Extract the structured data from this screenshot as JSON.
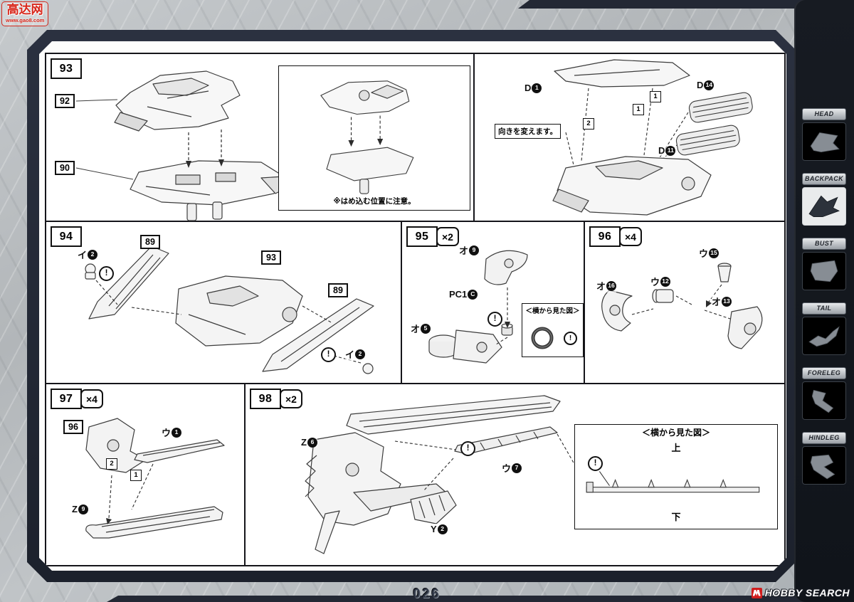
{
  "watermark": {
    "title": "高达网",
    "url": "www.gao8.com"
  },
  "footer": {
    "page_number": "026",
    "brand": "HOBBY SEARCH"
  },
  "icons": {
    "warning": "!"
  },
  "sidebar": {
    "items": [
      {
        "label": "HEAD",
        "active": false
      },
      {
        "label": "BACKPACK",
        "active": true
      },
      {
        "label": "BUST",
        "active": false
      },
      {
        "label": "TAIL",
        "active": false
      },
      {
        "label": "FORELEG",
        "active": false
      },
      {
        "label": "HINDLEG",
        "active": false
      }
    ]
  },
  "steps": {
    "s93": {
      "number": "93",
      "parts": [
        "92",
        "90"
      ],
      "inset_note": "※はめ込む位置に注意。"
    },
    "s93r": {
      "note": "向きを変えます。",
      "runners": [
        {
          "prefix": "D",
          "num": "1"
        },
        {
          "prefix": "D",
          "num": "14"
        },
        {
          "prefix": "D",
          "num": "11"
        }
      ],
      "seq": [
        "1",
        "1",
        "2"
      ]
    },
    "s94": {
      "number": "94",
      "parts": [
        "89",
        "93",
        "89"
      ],
      "runners": [
        {
          "prefix": "イ",
          "num": "2"
        },
        {
          "prefix": "イ",
          "num": "2"
        }
      ]
    },
    "s95": {
      "number": "95",
      "multiplier": "×2",
      "runners": [
        {
          "prefix": "オ",
          "num": "9"
        },
        {
          "prefix": "PC1",
          "num": "C"
        },
        {
          "prefix": "オ",
          "num": "5"
        }
      ],
      "inset_title": "＜横から見た図＞"
    },
    "s96": {
      "number": "96",
      "multiplier": "×4",
      "runners": [
        {
          "prefix": "ウ",
          "num": "15"
        },
        {
          "prefix": "ウ",
          "num": "12"
        },
        {
          "prefix": "オ",
          "num": "16"
        },
        {
          "prefix": "オ",
          "num": "13"
        }
      ]
    },
    "s97": {
      "number": "97",
      "multiplier": "×4",
      "parts": [
        "96"
      ],
      "runners": [
        {
          "prefix": "ウ",
          "num": "1"
        },
        {
          "prefix": "Z",
          "num": "9"
        }
      ],
      "seq": [
        "2",
        "1"
      ]
    },
    "s98": {
      "number": "98",
      "multiplier": "×2",
      "runners": [
        {
          "prefix": "Z",
          "num": "6"
        },
        {
          "prefix": "ウ",
          "num": "7"
        },
        {
          "prefix": "Y",
          "num": "2"
        }
      ],
      "inset_title": "＜横から見た図＞",
      "inset_top_label": "上",
      "inset_bottom_label": "下"
    }
  }
}
